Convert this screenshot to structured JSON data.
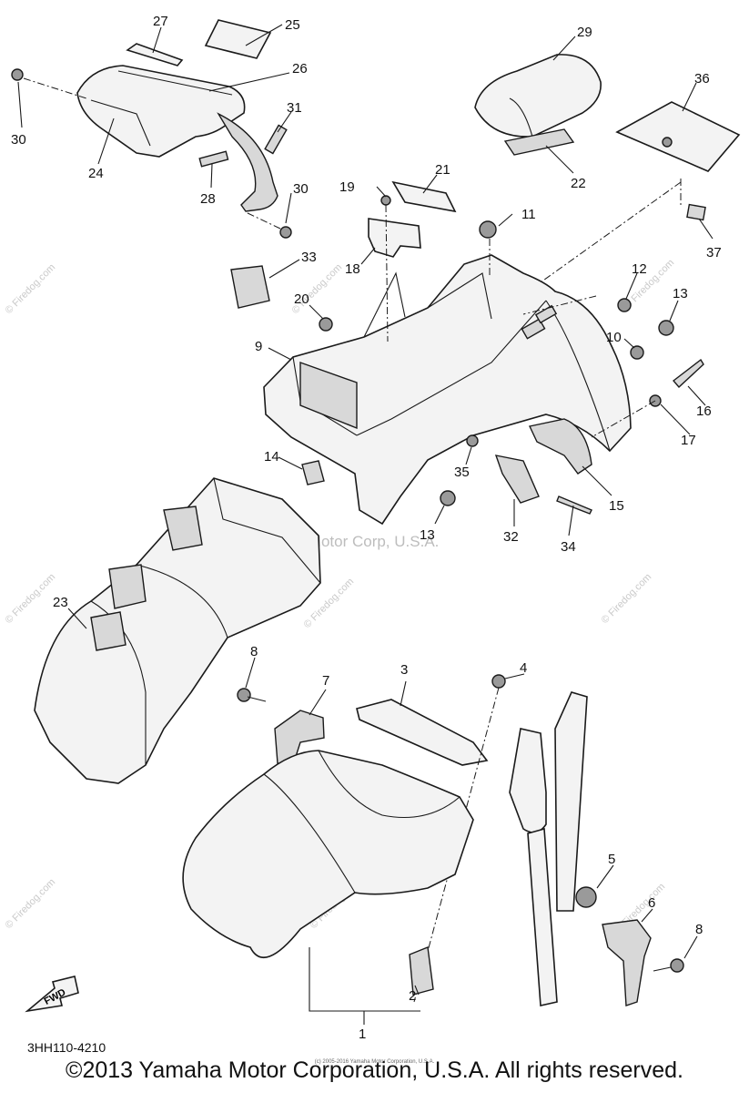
{
  "diagram": {
    "code": "3HH110-4210",
    "copyright": "©2013 Yamaha Motor Corporation, U.S.A. All rights reserved.",
    "tiny_credit": "(c) 2005-2016 Yamaha Motor Corporation, U.S.A.",
    "watermark_main": "Yamaha Motor Corp, U.S.A.",
    "watermark_site": "© Firedog.com",
    "fwd_label": "FWD",
    "callouts": {
      "c1": "1",
      "c2": "2",
      "c3": "3",
      "c4": "4",
      "c5": "5",
      "c6": "6",
      "c7": "7",
      "c8a": "8",
      "c8b": "8",
      "c9": "9",
      "c10": "10",
      "c11": "11",
      "c12": "12",
      "c13a": "13",
      "c13b": "13",
      "c14": "14",
      "c15": "15",
      "c16": "16",
      "c17": "17",
      "c18": "18",
      "c19": "19",
      "c20": "20",
      "c21": "21",
      "c22": "22",
      "c23": "23",
      "c24": "24",
      "c25": "25",
      "c26": "26",
      "c27": "27",
      "c28": "28",
      "c29": "29",
      "c30a": "30",
      "c30b": "30",
      "c31": "31",
      "c32": "32",
      "c33": "33",
      "c34": "34",
      "c35": "35",
      "c36": "36",
      "c37": "37"
    }
  }
}
